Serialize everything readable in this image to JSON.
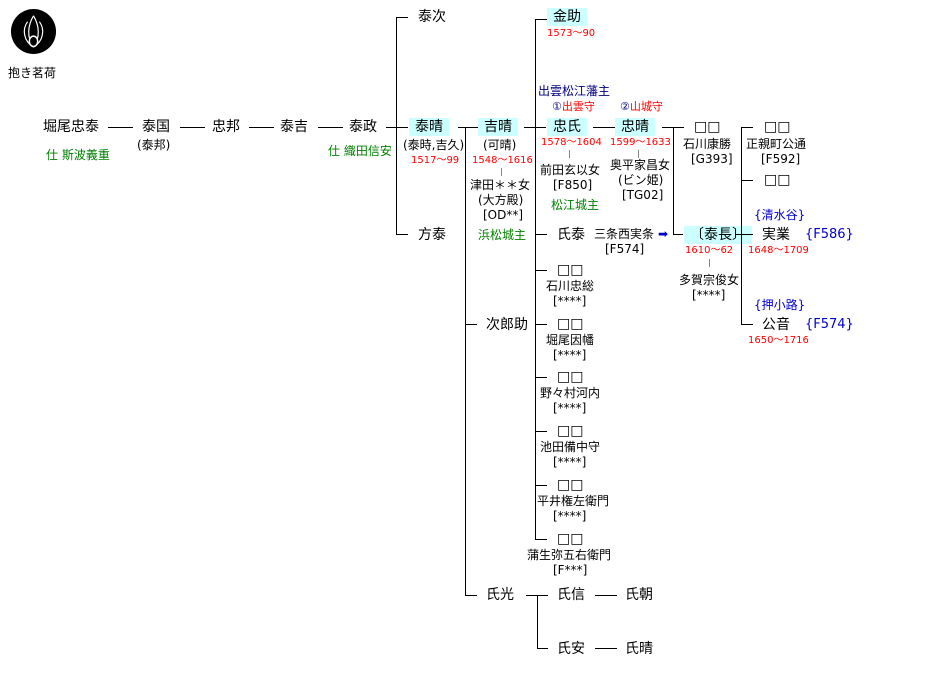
{
  "crest": {
    "label": "抱き茗荷",
    "icon": "myoga-crest-icon"
  },
  "main_line": [
    {
      "name": "堀尾忠泰",
      "note": "仕 斯波義重"
    },
    {
      "name": "泰国",
      "alias": "(泰邦)"
    },
    {
      "name": "忠邦"
    },
    {
      "name": "泰吉"
    },
    {
      "name": "泰政",
      "note": "仕 織田信安"
    }
  ],
  "gen6": [
    {
      "name": "泰次"
    },
    {
      "name": "泰晴",
      "alias": "(泰時,吉久)",
      "years": "1517～99"
    },
    {
      "name": "方泰"
    }
  ],
  "gen7": {
    "name": "吉晴",
    "alias": "(可晴)",
    "years": "1548～1616",
    "spouse": "津田＊＊女",
    "spouse_alias": "(大方殿)",
    "spouse_code": "[OD**]",
    "note": "浜松城主"
  },
  "jirosuke": {
    "name": "次郎助"
  },
  "gen8": [
    {
      "name": "金助",
      "years": "1573～90"
    },
    {
      "name": "忠氏",
      "title_pre": "①",
      "title": "出雲守",
      "years": "1578～1604",
      "spouse": "前田玄以女",
      "spouse_code": "[F850]",
      "note": "松江城主"
    },
    {
      "name": "氏泰",
      "spouse": "三条西実条",
      "spouse_code": "[F574]"
    }
  ],
  "matsue_header": "出雲松江藩主",
  "daughters": [
    {
      "name": "□□",
      "spouse": "石川忠総",
      "code": "[****]"
    },
    {
      "name": "□□",
      "spouse": "堀尾因幡",
      "code": "[****]"
    },
    {
      "name": "□□",
      "spouse": "野々村河内",
      "code": "[****]"
    },
    {
      "name": "□□",
      "spouse": "池田備中守",
      "code": "[****]"
    },
    {
      "name": "□□",
      "spouse": "平井権左衛門",
      "code": "[****]"
    },
    {
      "name": "□□",
      "spouse": "蒲生弥五右衛門",
      "code": "[F***]"
    }
  ],
  "tadaharu": {
    "name": "忠晴",
    "title_pre": "②",
    "title": "山城守",
    "years": "1599～1633",
    "spouse": "奥平家昌女",
    "spouse_alias": "(ビン姫)",
    "spouse_code": "[TG02]"
  },
  "gen10": [
    {
      "name": "□□",
      "spouse": "石川康勝",
      "code": "[G393]"
    },
    {
      "name": "〔泰長〕",
      "years": "1610～62",
      "spouse": "多賀宗俊女",
      "code": "[****]"
    }
  ],
  "gen11": [
    {
      "name": "□□",
      "spouse": "正親町公通",
      "code": "[F592]"
    },
    {
      "name": "□□"
    },
    {
      "name": "実業",
      "house": "{清水谷}",
      "code": "{F586}",
      "years": "1648～1709"
    },
    {
      "name": "公音",
      "house": "{押小路}",
      "code": "{F574}",
      "years": "1650～1716"
    }
  ],
  "ujimitsu": {
    "name": "氏光",
    "children": [
      {
        "name": "氏信",
        "child": "氏朝"
      },
      {
        "name": "氏安",
        "child": "氏晴"
      }
    ]
  },
  "colors": {
    "highlight": "#ccffff",
    "years": "#ff0000",
    "note": "#008000",
    "title": "#000080",
    "code": "#0000cc"
  }
}
